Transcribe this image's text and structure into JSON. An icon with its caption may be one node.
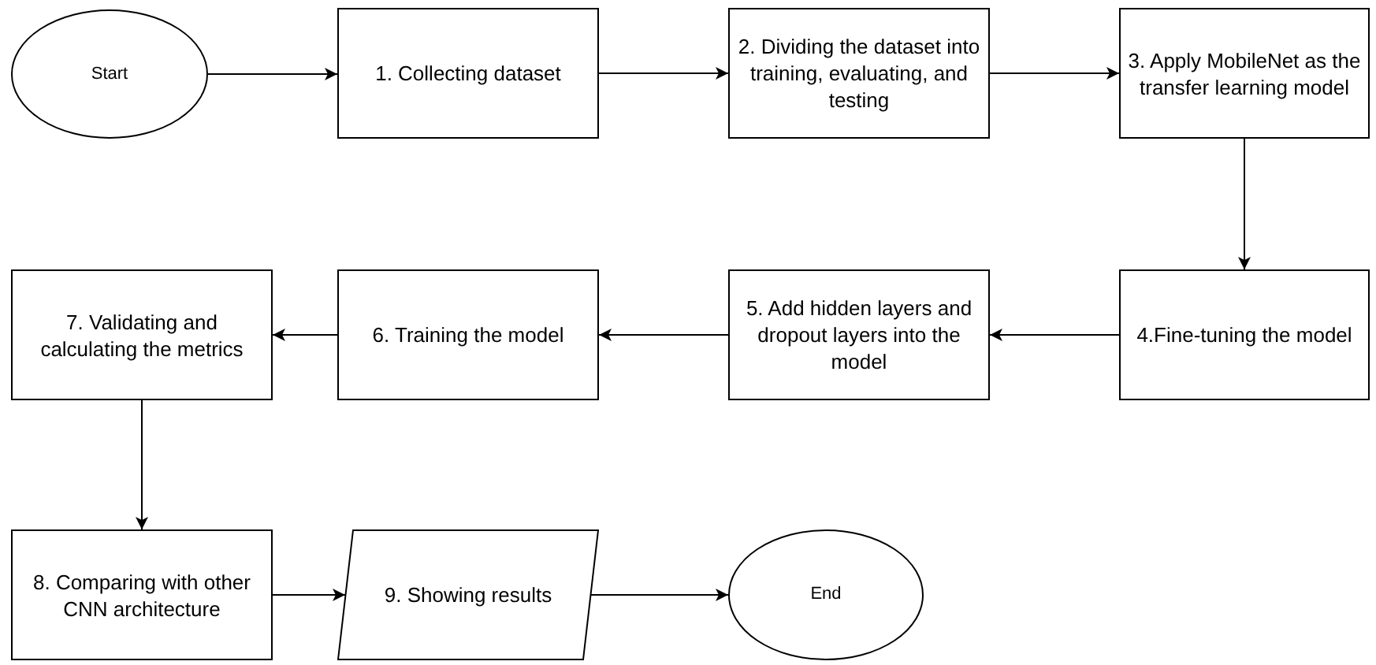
{
  "diagram": {
    "nodes": [
      {
        "text": [
          "Start"
        ]
      },
      {
        "text": [
          "1. Collecting dataset"
        ]
      },
      {
        "text": [
          "2. Dividing the dataset into training, evaluating, and testing"
        ]
      },
      {
        "text": [
          "3. Apply MobileNet as the transfer learning model"
        ]
      },
      {
        "text": [
          "4.Fine-tuning the model"
        ]
      },
      {
        "text": [
          "5. Add hidden layers and dropout layers into the model"
        ]
      },
      {
        "text": [
          "6. Training the model"
        ]
      },
      {
        "text": [
          "7. Validating and calculating the metrics"
        ]
      },
      {
        "text": [
          "8. Comparing with other CNN architecture"
        ]
      },
      {
        "text": [
          "9. Showing results"
        ]
      },
      {
        "text": [
          "End"
        ]
      }
    ],
    "edges": [
      {
        "from": 0,
        "to": 1,
        "arrow": "to"
      },
      {
        "from": 1,
        "to": 2,
        "arrow": "to"
      },
      {
        "from": 2,
        "to": 3,
        "arrow": "to"
      },
      {
        "from": 3,
        "to": 4,
        "arrow": "to"
      },
      {
        "from": 4,
        "to": 5,
        "arrow": "to"
      },
      {
        "from": 5,
        "to": 6,
        "arrow": "to"
      },
      {
        "from": 6,
        "to": 7,
        "arrow": "to"
      },
      {
        "from": 7,
        "to": 8,
        "arrow": "to"
      },
      {
        "from": 8,
        "to": 9,
        "arrow": "to"
      },
      {
        "from": 9,
        "to": 10,
        "arrow": "to"
      }
    ]
  }
}
